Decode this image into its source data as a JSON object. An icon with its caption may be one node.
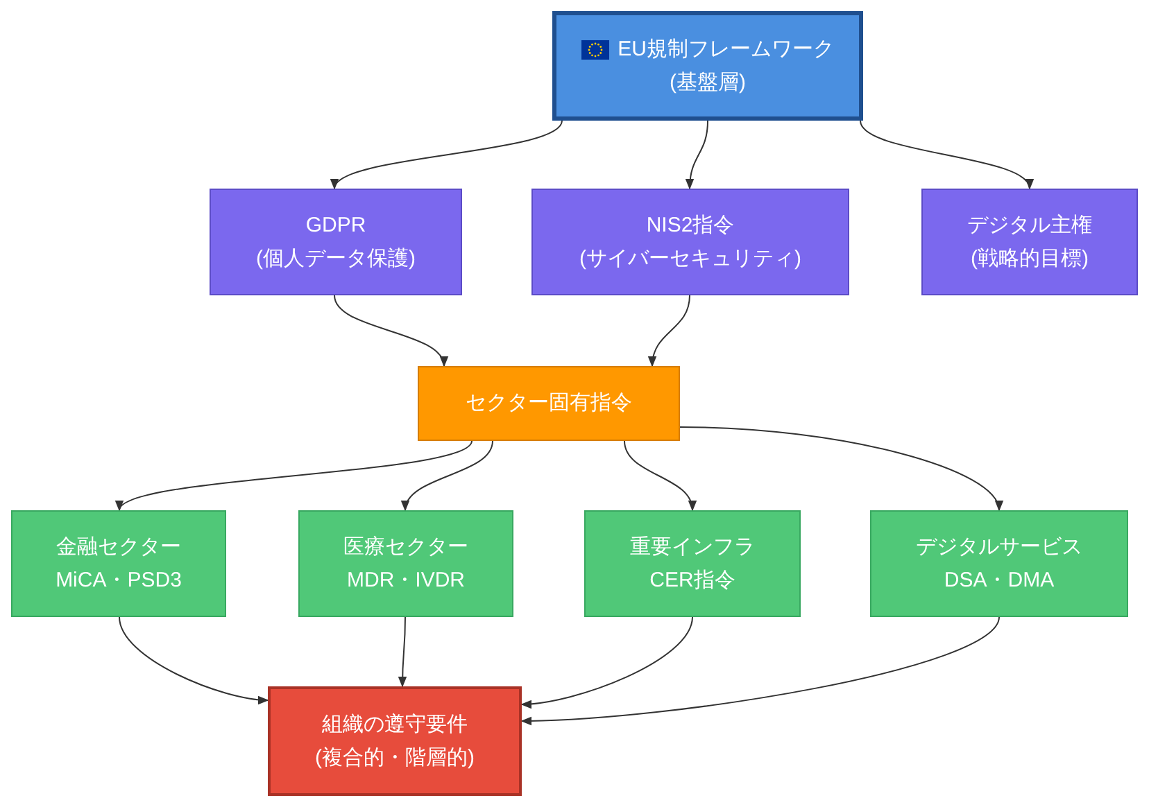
{
  "diagram": {
    "nodes": [
      {
        "text": [
          "EU規制フレームワーク",
          "(基盤層)"
        ]
      },
      {
        "text": [
          "GDPR",
          "(個人データ保護)"
        ]
      },
      {
        "text": [
          "NIS2指令",
          "(サイバーセキュリティ)"
        ]
      },
      {
        "text": [
          "デジタル主権",
          "(戦略的目標)"
        ]
      },
      {
        "text": [
          "セクター固有指令"
        ]
      },
      {
        "text": [
          "金融セクター",
          "MiCA・PSD3"
        ]
      },
      {
        "text": [
          "医療セクター",
          "MDR・IVDR"
        ]
      },
      {
        "text": [
          "重要インフラ",
          "CER指令"
        ]
      },
      {
        "text": [
          "デジタルサービス",
          "DSA・DMA"
        ]
      },
      {
        "text": [
          "組織の遵守要件",
          "(複合的・階層的)"
        ]
      }
    ],
    "edges": [
      {
        "from": 0,
        "to": 1,
        "arrow": "to"
      },
      {
        "from": 0,
        "to": 2,
        "arrow": "to"
      },
      {
        "from": 0,
        "to": 3,
        "arrow": "to"
      },
      {
        "from": 1,
        "to": 4,
        "arrow": "to"
      },
      {
        "from": 2,
        "to": 4,
        "arrow": "to"
      },
      {
        "from": 4,
        "to": 5,
        "arrow": "to"
      },
      {
        "from": 4,
        "to": 6,
        "arrow": "to"
      },
      {
        "from": 4,
        "to": 7,
        "arrow": "to"
      },
      {
        "from": 4,
        "to": 8,
        "arrow": "to"
      },
      {
        "from": 5,
        "to": 9,
        "arrow": "to"
      },
      {
        "from": 6,
        "to": 9,
        "arrow": "to"
      },
      {
        "from": 7,
        "to": 9,
        "arrow": "to"
      },
      {
        "from": 8,
        "to": 9,
        "arrow": "to"
      }
    ]
  }
}
